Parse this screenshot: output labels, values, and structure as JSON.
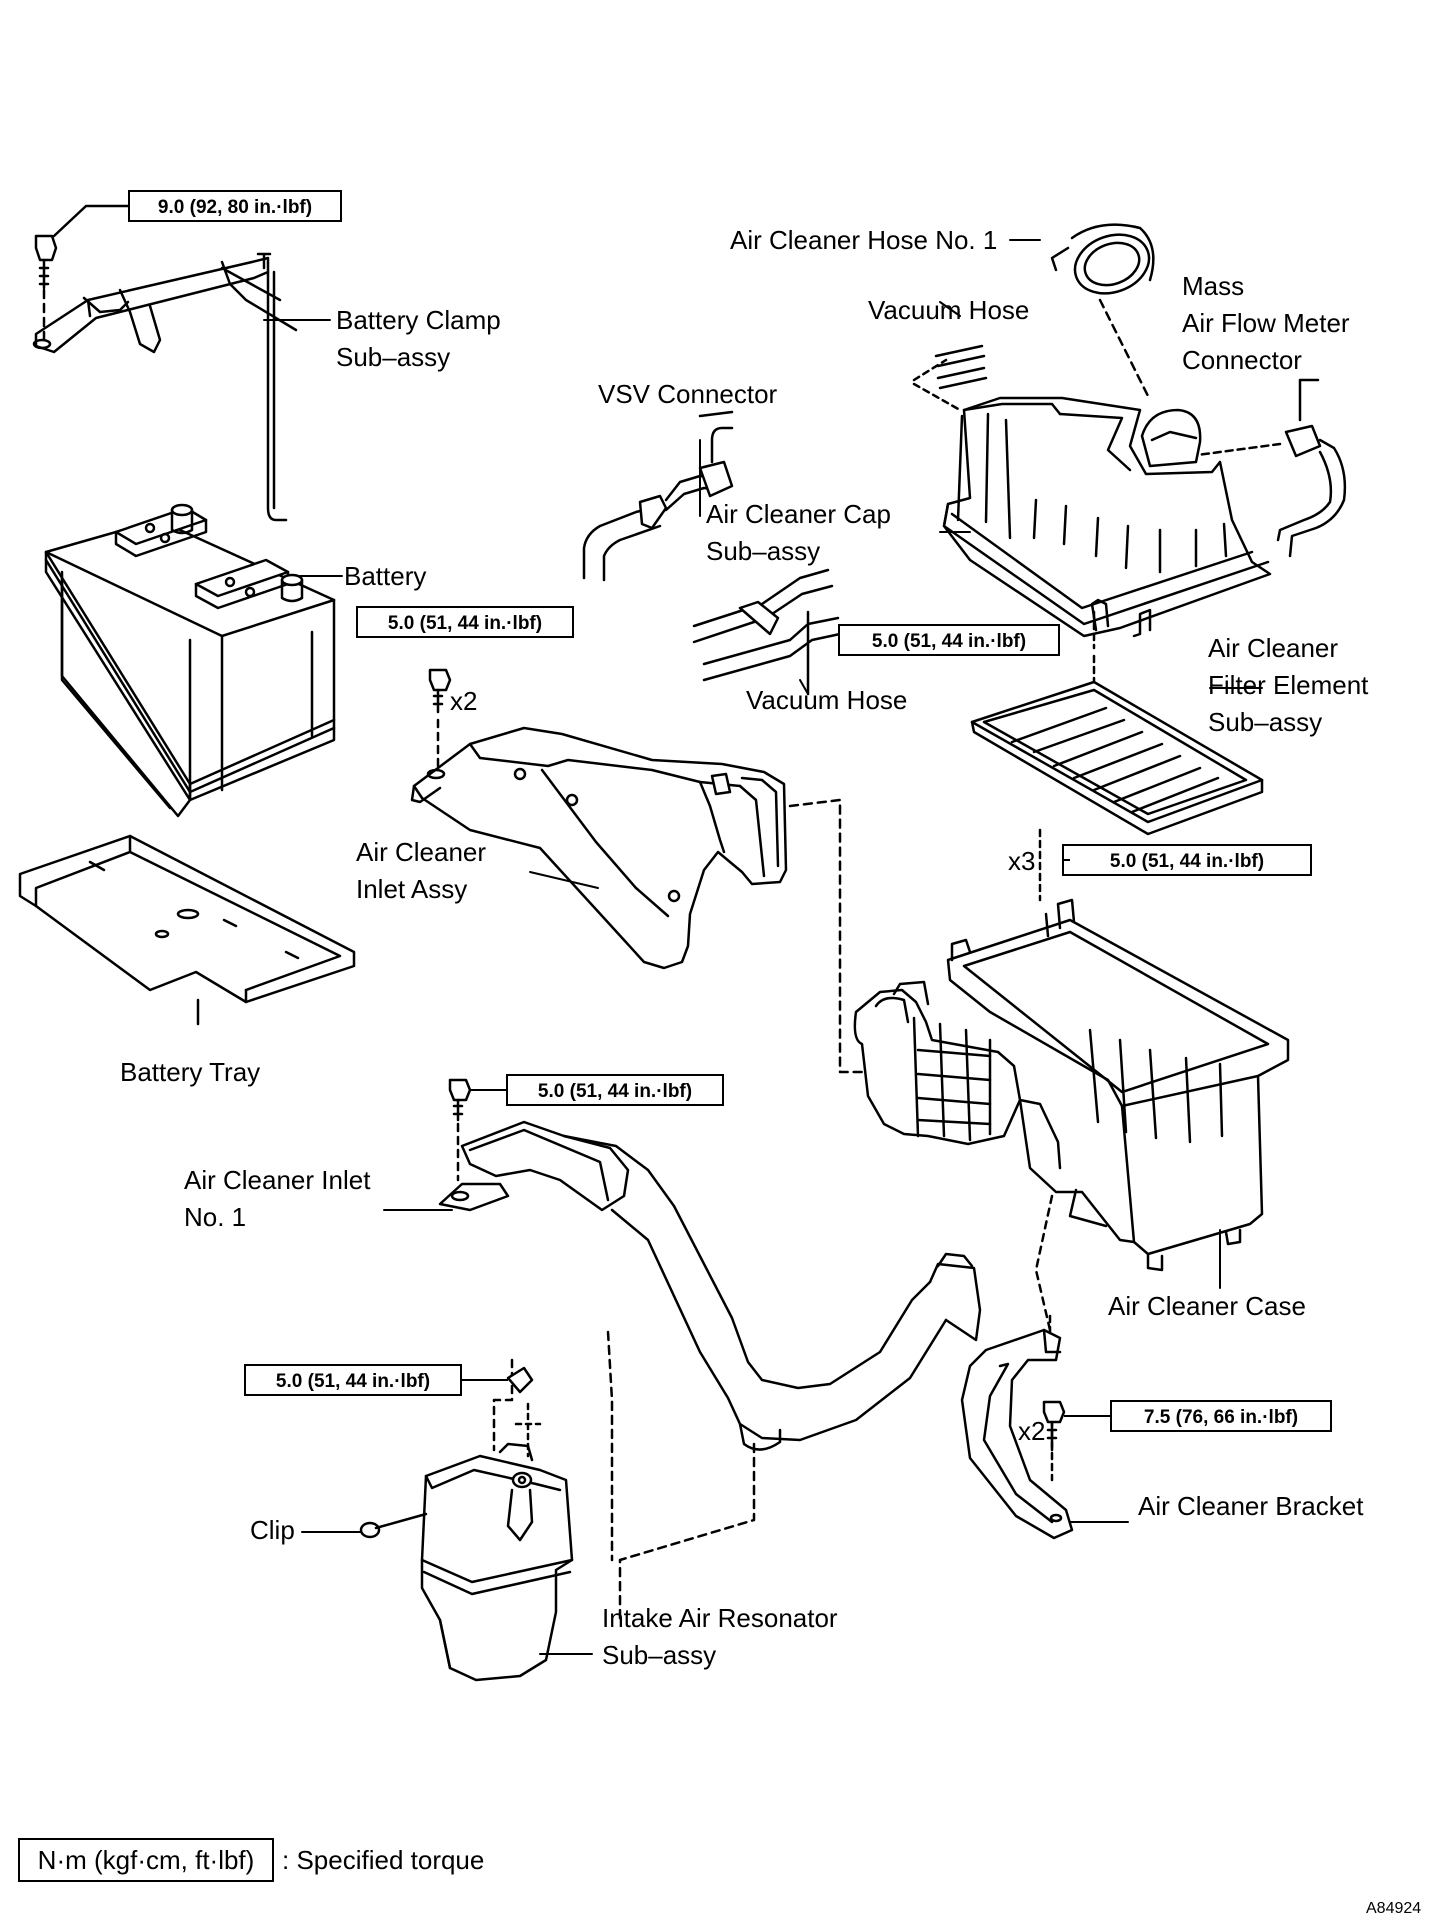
{
  "labels": {
    "battery_clamp": [
      "Battery Clamp",
      "Sub–assy"
    ],
    "battery": "Battery",
    "battery_tray": "Battery Tray",
    "vsv_connector": "VSV Connector",
    "air_cleaner_hose_no1": "Air Cleaner Hose No. 1",
    "vacuum_hose_top": "Vacuum Hose",
    "maf_connector": [
      "Mass",
      "Air Flow Meter",
      "Connector"
    ],
    "air_cleaner_cap": [
      "Air Cleaner Cap",
      "Sub–assy"
    ],
    "vacuum_hose_mid": "Vacuum Hose",
    "filter_element": [
      "Air Cleaner",
      "Filter Element",
      "Sub–assy"
    ],
    "inlet_assy": [
      "Air Cleaner",
      "Inlet Assy"
    ],
    "inlet_no1": [
      "Air Cleaner Inlet",
      "No. 1"
    ],
    "air_cleaner_case": "Air Cleaner Case",
    "air_cleaner_bracket": "Air Cleaner Bracket",
    "clip": "Clip",
    "resonator": [
      "Intake Air Resonator",
      "Sub–assy"
    ]
  },
  "torques": {
    "clamp": "9.0 (92, 80 in.·lbf)",
    "inlet_assy": "5.0 (51, 44 in.·lbf)",
    "cap": "5.0 (51, 44 in.·lbf)",
    "case": "5.0 (51, 44 in.·lbf)",
    "inlet_no1": "5.0 (51, 44 in.·lbf)",
    "resonator": "5.0 (51, 44 in.·lbf)",
    "bracket": "7.5 (76, 66 in.·lbf)"
  },
  "multipliers": {
    "inlet_assy": "x2",
    "case": "x3",
    "bracket": "x2"
  },
  "legend": {
    "unit": "N·m (kgf·cm, ft·lbf)",
    "text": ": Specified torque"
  },
  "figure_id": "A84924"
}
